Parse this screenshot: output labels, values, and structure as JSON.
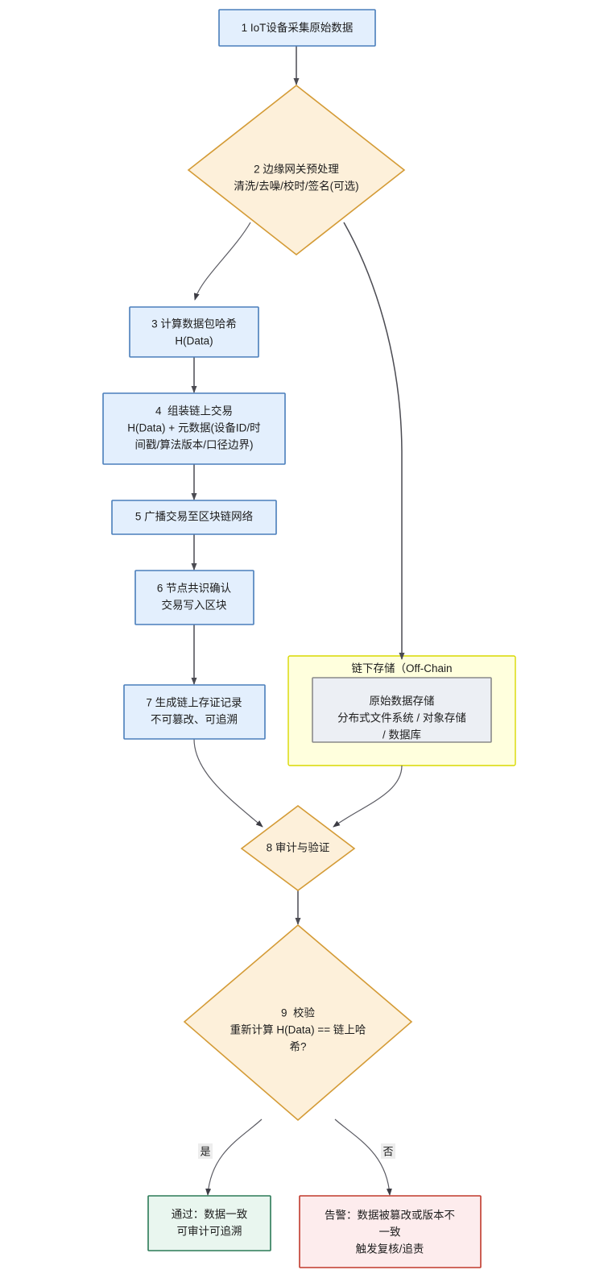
{
  "diagram": {
    "type": "flowchart",
    "direction": "top-down",
    "title_present": false,
    "nodes": [
      {
        "id": "n1",
        "shape": "rect",
        "style": "process",
        "lines": [
          "1 IoT设备采集原始数据"
        ]
      },
      {
        "id": "n2",
        "shape": "diamond",
        "style": "decision",
        "lines": [
          "2 边缘网关预处理",
          "清洗/去噪/校时/签名(可选)"
        ]
      },
      {
        "id": "n3",
        "shape": "rect",
        "style": "process",
        "lines": [
          "3 计算数据包哈希",
          "H(Data)"
        ]
      },
      {
        "id": "n4",
        "shape": "rect",
        "style": "process",
        "lines": [
          "4  组装链上交易",
          "H(Data) + 元数据(设备ID/时",
          "间戳/算法版本/口径边界)"
        ]
      },
      {
        "id": "n5",
        "shape": "rect",
        "style": "process",
        "lines": [
          "5 广播交易至区块链网络"
        ]
      },
      {
        "id": "n6",
        "shape": "rect",
        "style": "process",
        "lines": [
          "6 节点共识确认",
          "交易写入区块"
        ]
      },
      {
        "id": "n7",
        "shape": "rect",
        "style": "process",
        "lines": [
          "7 生成链上存证记录",
          "不可篡改、可追溯"
        ]
      },
      {
        "id": "n_store",
        "shape": "rect",
        "style": "store",
        "lines": [
          "原始数据存储",
          "分布式文件系统 / 对象存储",
          "/ 数据库"
        ]
      },
      {
        "id": "n8",
        "shape": "diamond",
        "style": "decision",
        "lines": [
          "8 审计与验证"
        ]
      },
      {
        "id": "n9",
        "shape": "diamond",
        "style": "decision",
        "lines": [
          "9  校验",
          "重新计算 H(Data) == 链上哈",
          "希?"
        ]
      },
      {
        "id": "n_pass",
        "shape": "rect",
        "style": "success",
        "lines": [
          "通过：数据一致",
          "可审计可追溯"
        ]
      },
      {
        "id": "n_fail",
        "shape": "rect",
        "style": "danger",
        "lines": [
          "告警：数据被篡改或版本不",
          "一致",
          "触发复核/追责"
        ]
      }
    ],
    "subgraphs": [
      {
        "id": "sg_offchain",
        "title": "链下存储（Off-Chain",
        "contains": [
          "n_store"
        ]
      }
    ],
    "edges": [
      {
        "from": "n1",
        "to": "n2",
        "label": ""
      },
      {
        "from": "n2",
        "to": "n3",
        "label": ""
      },
      {
        "from": "n2",
        "to": "n_store",
        "label": ""
      },
      {
        "from": "n3",
        "to": "n4",
        "label": ""
      },
      {
        "from": "n4",
        "to": "n5",
        "label": ""
      },
      {
        "from": "n5",
        "to": "n6",
        "label": ""
      },
      {
        "from": "n6",
        "to": "n7",
        "label": ""
      },
      {
        "from": "n7",
        "to": "n8",
        "label": ""
      },
      {
        "from": "n_store",
        "to": "n8",
        "label": ""
      },
      {
        "from": "n8",
        "to": "n9",
        "label": ""
      },
      {
        "from": "n9",
        "to": "n_pass",
        "label": "是"
      },
      {
        "from": "n9",
        "to": "n_fail",
        "label": "否"
      }
    ],
    "edge_labels": {
      "yes": "是",
      "no": "否"
    },
    "colors": {
      "process_fill": "#e3effd",
      "process_stroke": "#4a7ebb",
      "decision_fill": "#fdf0da",
      "decision_stroke": "#d49b36",
      "store_fill": "#eceff4",
      "store_stroke": "#8a8a8a",
      "success_fill": "#e9f6ef",
      "success_stroke": "#2b7a56",
      "danger_fill": "#fdeced",
      "danger_stroke": "#c0392b",
      "subgraph_fill": "#ffffdd",
      "subgraph_stroke": "#d8d800",
      "edge_stroke": "#4b4b52",
      "background": "#ffffff",
      "text": "#1d1d1d"
    }
  }
}
